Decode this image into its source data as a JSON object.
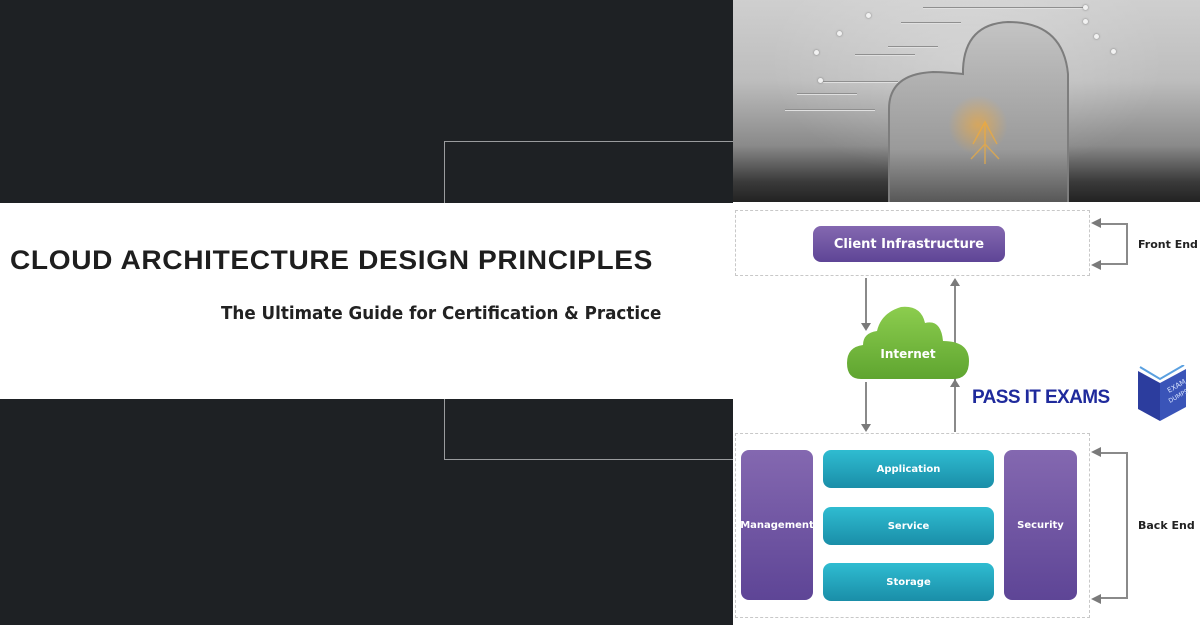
{
  "banner": {
    "title": "CLOUD ARCHITECTURE DESIGN PRINCIPLES",
    "subtitle": "The Ultimate Guide for Certification & Practice"
  },
  "hero_image": {
    "description": "Embossed grey cloud with circuit traces and glowing orange upload arrow",
    "icon": "cloud-upload-icon",
    "accent_color": "#f0a030"
  },
  "diagram": {
    "front_end": {
      "node": "Client Infrastructure",
      "label": "Front End"
    },
    "network": {
      "node": "Internet",
      "icon": "cloud-icon",
      "color": "#7cc142"
    },
    "back_end": {
      "label": "Back End",
      "left_column": "Management",
      "right_column": "Security",
      "layers": [
        "Application",
        "Service",
        "Storage"
      ]
    },
    "colors": {
      "purple": "#6f53a3",
      "teal": "#26a7c0",
      "green": "#7cc142",
      "arrow": "#7a7a7a"
    }
  },
  "brand": {
    "name": "PASS IT EXAMS",
    "book_text_1": "EXAM",
    "book_text_2": "DUMPS",
    "color": "#1f2a9c"
  }
}
